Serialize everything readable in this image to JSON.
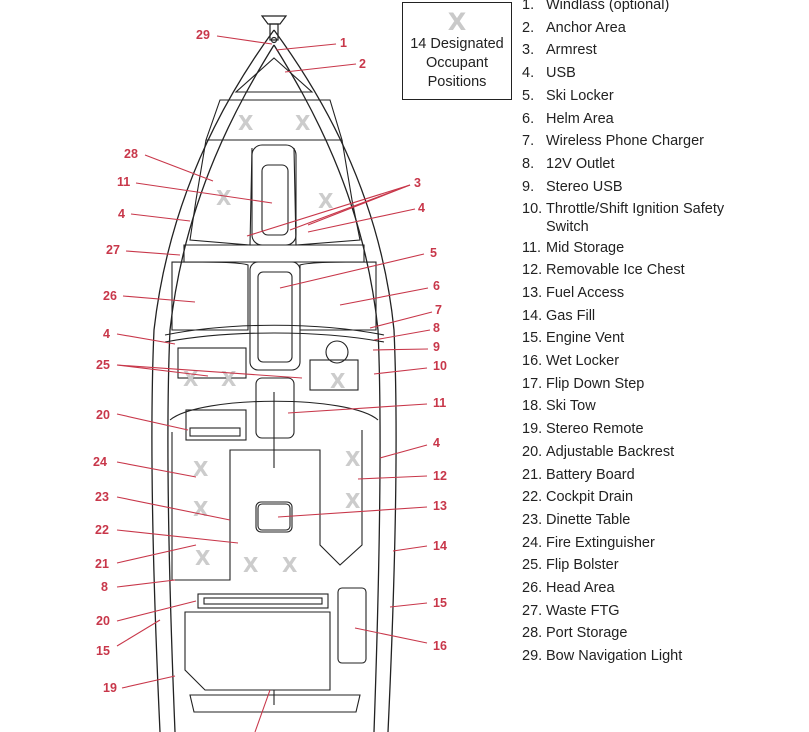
{
  "occupant_box": {
    "mark": "X",
    "text_lines": [
      "14 Designated",
      "Occupant",
      "Positions"
    ]
  },
  "key": [
    {
      "num": "1.",
      "label": "Windlass (optional)"
    },
    {
      "num": "2.",
      "label": "Anchor Area"
    },
    {
      "num": "3.",
      "label": "Armrest"
    },
    {
      "num": "4.",
      "label": "USB"
    },
    {
      "num": "5.",
      "label": "Ski Locker"
    },
    {
      "num": "6.",
      "label": "Helm Area"
    },
    {
      "num": "7.",
      "label": "Wireless Phone Charger"
    },
    {
      "num": "8.",
      "label": "12V Outlet"
    },
    {
      "num": "9.",
      "label": "Stereo USB"
    },
    {
      "num": "10.",
      "label": "Throttle/Shift Ignition Safety",
      "cont": "Switch"
    },
    {
      "num": "11.",
      "label": "Mid Storage"
    },
    {
      "num": "12.",
      "label": "Removable Ice Chest"
    },
    {
      "num": "13.",
      "label": "Fuel Access"
    },
    {
      "num": "14.",
      "label": "Gas Fill"
    },
    {
      "num": "15.",
      "label": "Engine Vent"
    },
    {
      "num": "16.",
      "label": "Wet Locker"
    },
    {
      "num": "17.",
      "label": "Flip Down Step"
    },
    {
      "num": "18.",
      "label": "Ski Tow"
    },
    {
      "num": "19.",
      "label": "Stereo Remote"
    },
    {
      "num": "20.",
      "label": "Adjustable Backrest"
    },
    {
      "num": "21.",
      "label": "Battery Board"
    },
    {
      "num": "22.",
      "label": "Cockpit Drain"
    },
    {
      "num": "23.",
      "label": "Dinette Table"
    },
    {
      "num": "24.",
      "label": "Fire Extinguisher"
    },
    {
      "num": "25.",
      "label": "Flip Bolster"
    },
    {
      "num": "26.",
      "label": "Head Area"
    },
    {
      "num": "27.",
      "label": "Waste FTG"
    },
    {
      "num": "28.",
      "label": "Port Storage"
    },
    {
      "num": "29.",
      "label": "Bow Navigation Light"
    }
  ],
  "callouts": {
    "c1": "1",
    "c2": "2",
    "c3": "3",
    "c4a": "4",
    "c5": "5",
    "c6": "6",
    "c7": "7",
    "c8a": "8",
    "c9": "9",
    "c10": "10",
    "c11a": "11",
    "c4b": "4",
    "c12": "12",
    "c13": "13",
    "c14": "14",
    "c15a": "15",
    "c16": "16",
    "c29": "29",
    "c28": "28",
    "c11b": "11",
    "c4c": "4",
    "c27": "27",
    "c26": "26",
    "c4d": "4",
    "c25": "25",
    "c20a": "20",
    "c24": "24",
    "c23": "23",
    "c22": "22",
    "c21": "21",
    "c8b": "8",
    "c20b": "20",
    "c15b": "15",
    "c19": "19"
  },
  "seat_mark": "X"
}
